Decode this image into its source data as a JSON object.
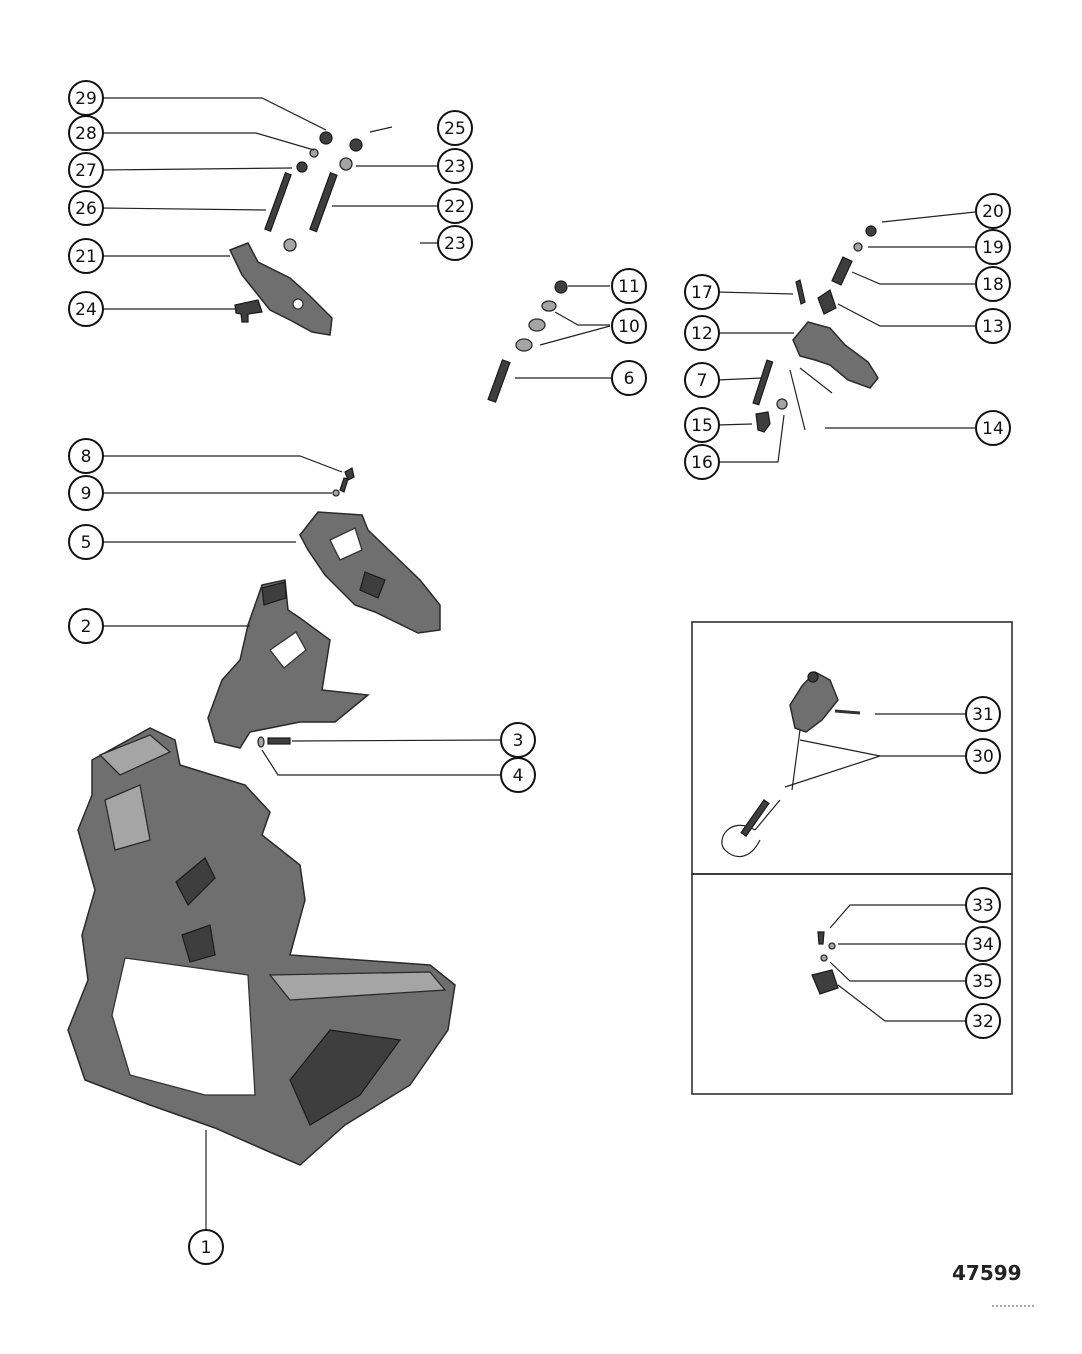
{
  "drawing_number": "47599",
  "callouts": [
    {
      "label": "29"
    },
    {
      "label": "28"
    },
    {
      "label": "27"
    },
    {
      "label": "26"
    },
    {
      "label": "21"
    },
    {
      "label": "24"
    },
    {
      "label": "25"
    },
    {
      "label": "23"
    },
    {
      "label": "22"
    },
    {
      "label": "23"
    },
    {
      "label": "20"
    },
    {
      "label": "19"
    },
    {
      "label": "18"
    },
    {
      "label": "13"
    },
    {
      "label": "11"
    },
    {
      "label": "10"
    },
    {
      "label": "6"
    },
    {
      "label": "17"
    },
    {
      "label": "12"
    },
    {
      "label": "7"
    },
    {
      "label": "15"
    },
    {
      "label": "16"
    },
    {
      "label": "14"
    },
    {
      "label": "8"
    },
    {
      "label": "9"
    },
    {
      "label": "5"
    },
    {
      "label": "2"
    },
    {
      "label": "3"
    },
    {
      "label": "4"
    },
    {
      "label": "1"
    },
    {
      "label": "31"
    },
    {
      "label": "30"
    },
    {
      "label": "33"
    },
    {
      "label": "34"
    },
    {
      "label": "35"
    },
    {
      "label": "32"
    }
  ],
  "colors": {
    "line": "#222222",
    "part": "#6f6f6f",
    "background": "#ffffff"
  }
}
